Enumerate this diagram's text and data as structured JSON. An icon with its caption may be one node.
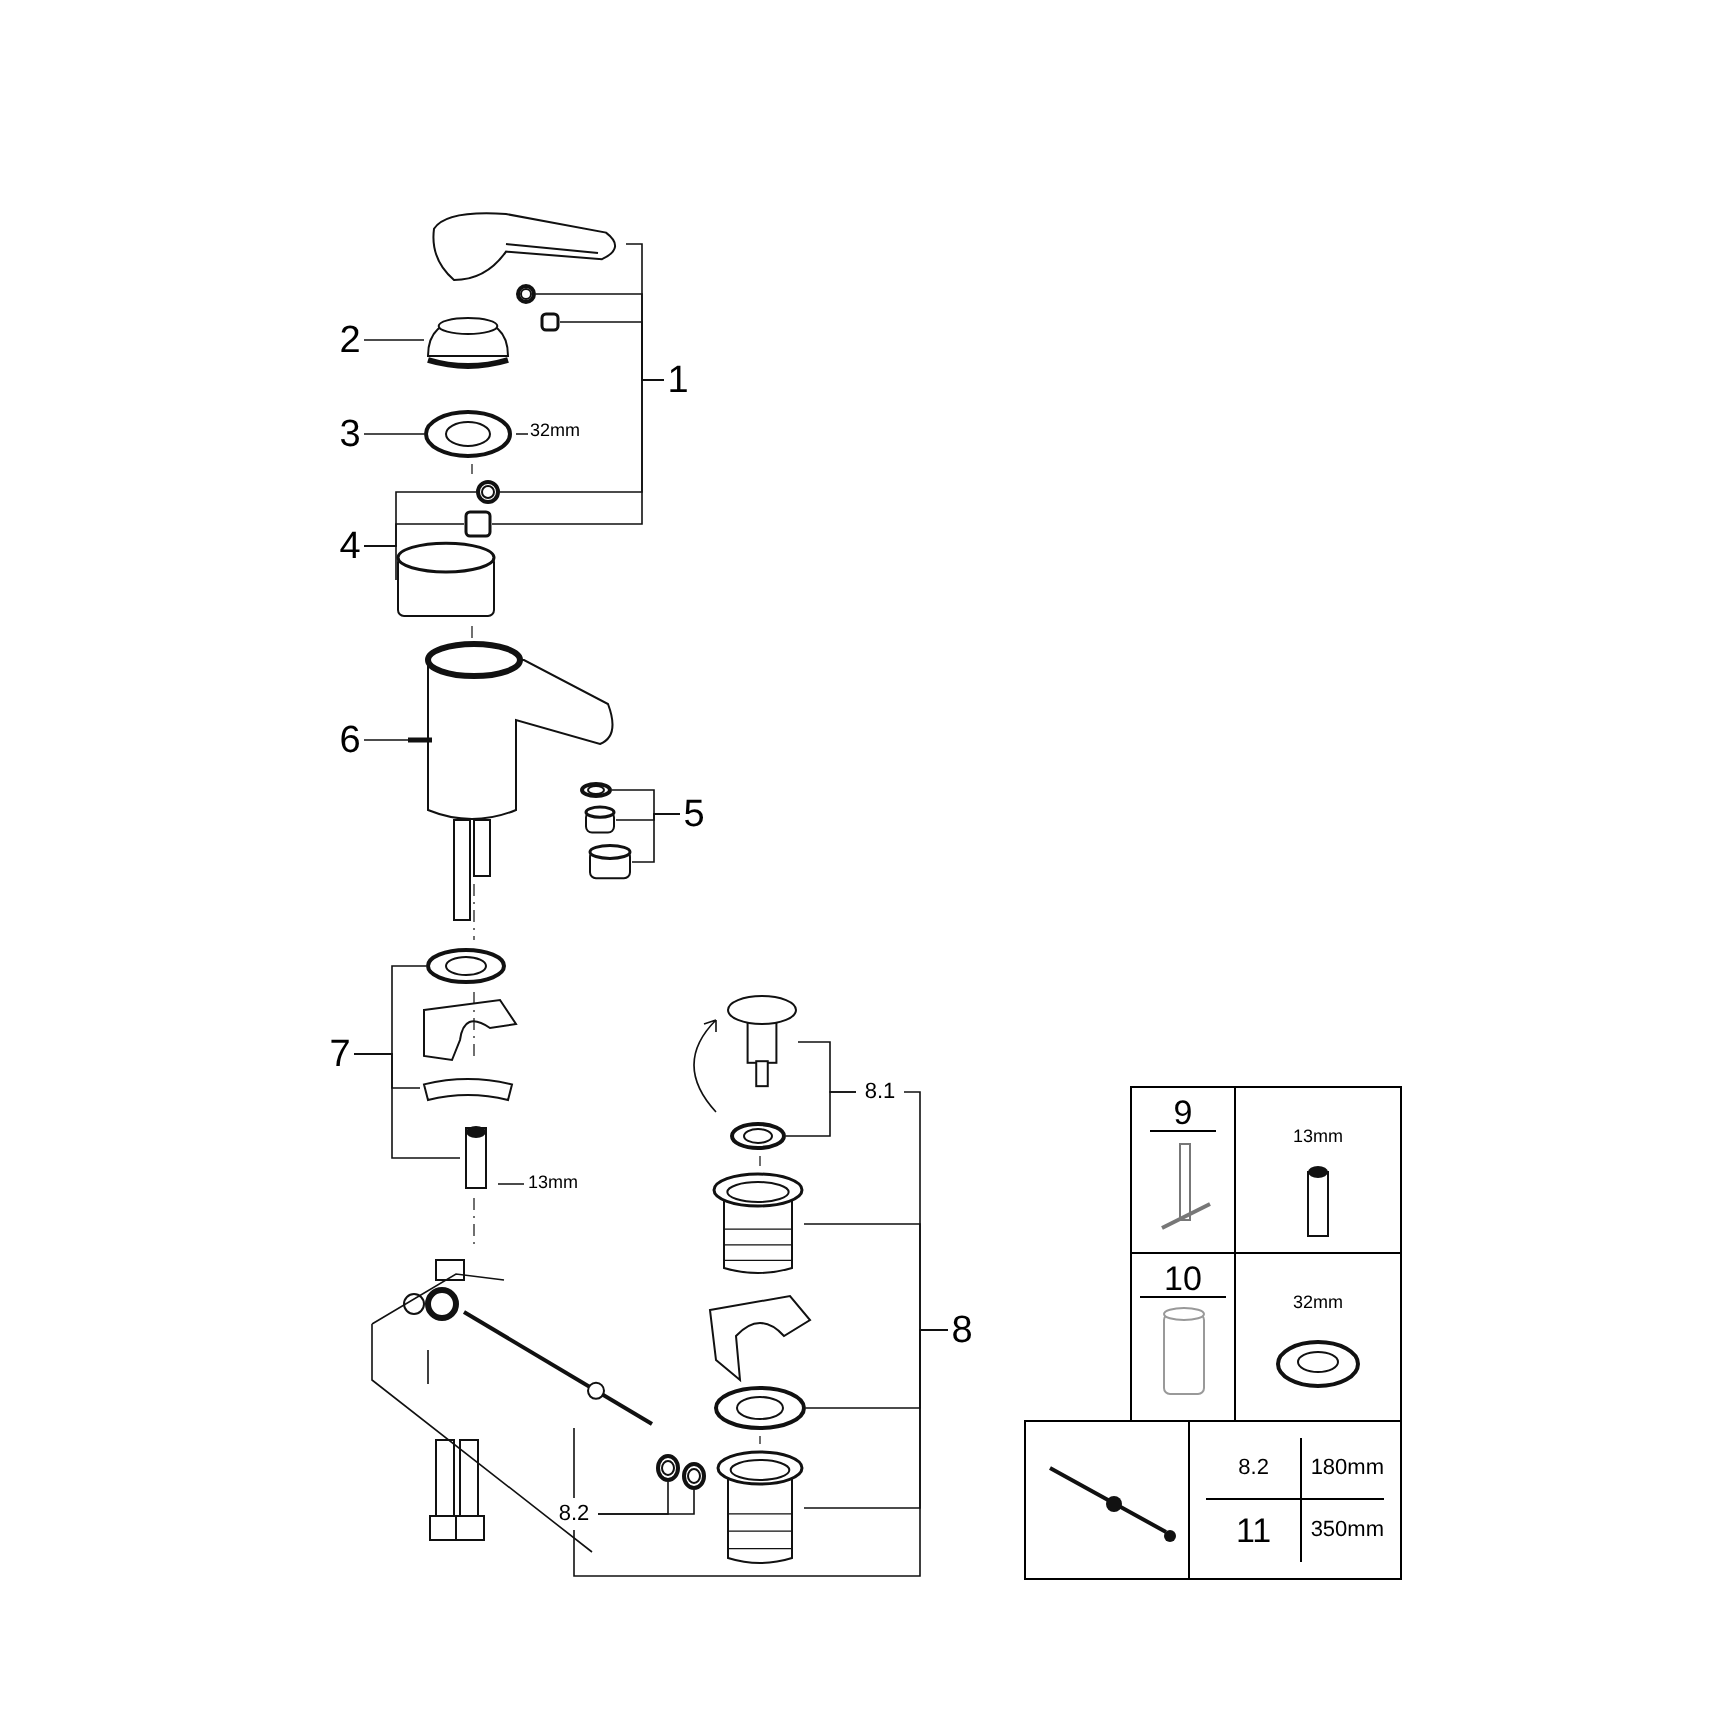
{
  "diagram": {
    "nodes": [
      {
        "text": [
          "1"
        ]
      },
      {
        "text": [
          "2"
        ]
      },
      {
        "text": [
          "3"
        ]
      },
      {
        "text": [
          "4"
        ]
      },
      {
        "text": [
          "5"
        ]
      },
      {
        "text": [
          "6"
        ]
      },
      {
        "text": [
          "7"
        ]
      },
      {
        "text": [
          "8.1"
        ]
      },
      {
        "text": [
          "8"
        ]
      },
      {
        "text": [
          "8.2"
        ]
      },
      {
        "text": [],
        "shape": "picture"
      },
      {
        "text": [],
        "shape": "circle"
      },
      {
        "text": [],
        "shape": "box"
      },
      {
        "text": [],
        "shape": "picture"
      },
      {
        "text": [],
        "shape": "picture"
      },
      {
        "text": [],
        "shape": "circle"
      },
      {
        "text": [],
        "shape": "box"
      },
      {
        "text": [],
        "shape": "cylinder"
      },
      {
        "text": [],
        "shape": "picture"
      },
      {
        "text": [],
        "shape": "cylinder"
      },
      {
        "text": [],
        "shape": "cylinder"
      },
      {
        "text": [],
        "shape": "picture"
      },
      {
        "text": [],
        "shape": "circle"
      },
      {
        "text": [],
        "shape": "picture"
      },
      {
        "text": [],
        "shape": "picture"
      },
      {
        "text": [],
        "shape": "picture"
      },
      {
        "text": [],
        "shape": "picture"
      },
      {
        "text": [],
        "shape": "picture"
      },
      {
        "text": [],
        "shape": "circle"
      },
      {
        "text": [],
        "shape": "picture"
      },
      {
        "text": [],
        "shape": "bar"
      },
      {
        "text": [],
        "shape": "picture"
      },
      {
        "text": [],
        "shape": "picture"
      }
    ],
    "edges": [
      {
        "from": 0,
        "to": 10,
        "arrow": "none"
      },
      {
        "from": 0,
        "to": 11,
        "arrow": "none"
      },
      {
        "from": 0,
        "to": 12,
        "arrow": "none"
      },
      {
        "from": 0,
        "to": 15,
        "arrow": "none"
      },
      {
        "from": 0,
        "to": 16,
        "arrow": "none"
      },
      {
        "from": 3,
        "to": 15,
        "arrow": "none"
      },
      {
        "from": 3,
        "to": 16,
        "arrow": "none"
      },
      {
        "from": 3,
        "to": 17,
        "arrow": "none"
      },
      {
        "from": 1,
        "to": 13,
        "arrow": "none"
      },
      {
        "from": 2,
        "to": 14,
        "arrow": "none"
      },
      {
        "from": 4,
        "to": 18,
        "arrow": "none"
      },
      {
        "from": 4,
        "to": 19,
        "arrow": "none"
      },
      {
        "from": 4,
        "to": 20,
        "arrow": "none"
      },
      {
        "from": 5,
        "to": 21,
        "arrow": "none"
      },
      {
        "from": 6,
        "to": 22,
        "arrow": "none"
      },
      {
        "from": 6,
        "to": 23,
        "arrow": "none"
      },
      {
        "from": 6,
        "to": 24,
        "arrow": "none"
      },
      {
        "from": 7,
        "to": 25,
        "arrow": "none"
      },
      {
        "from": 7,
        "to": 26,
        "arrow": "none"
      },
      {
        "from": 8,
        "to": 7,
        "arrow": "none"
      },
      {
        "from": 8,
        "to": 27,
        "arrow": "none"
      },
      {
        "from": 8,
        "to": 28,
        "arrow": "none"
      },
      {
        "from": 8,
        "to": 29,
        "arrow": "none"
      },
      {
        "from": 8,
        "to": 9,
        "arrow": "none"
      },
      {
        "from": 9,
        "to": 30,
        "arrow": "none"
      },
      {
        "from": 9,
        "to": 31,
        "arrow": "none"
      },
      {
        "from": 9,
        "to": 32,
        "arrow": "none"
      }
    ],
    "labels": [
      "32mm",
      "13mm",
      "9",
      "13mm",
      "10",
      "32mm",
      "8.2",
      "180mm",
      "11",
      "350mm"
    ]
  }
}
